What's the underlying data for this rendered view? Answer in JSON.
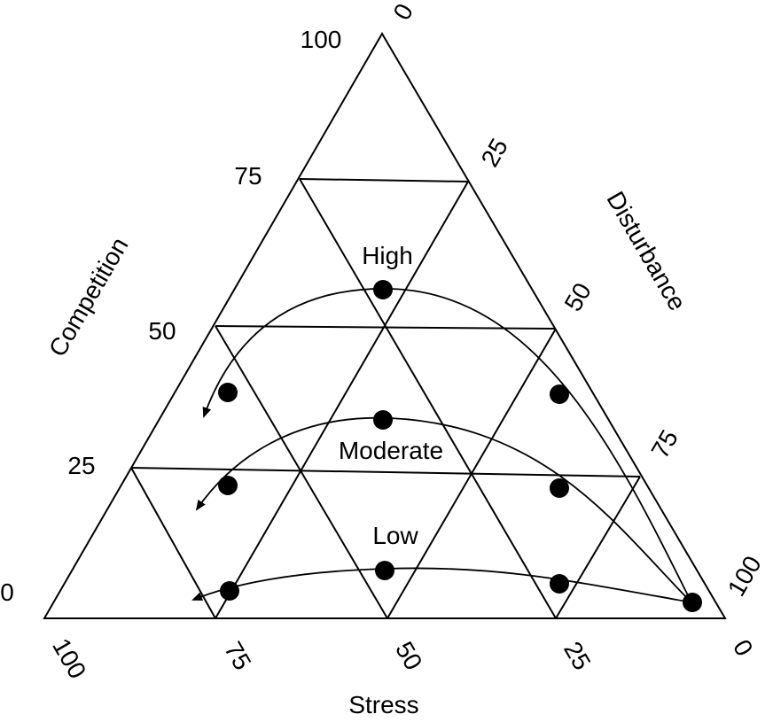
{
  "axes": {
    "competition": {
      "title": "Competition",
      "ticks": [
        "100",
        "75",
        "50",
        "25",
        "0"
      ]
    },
    "disturbance": {
      "title": "Disturbance",
      "ticks": [
        "0",
        "25",
        "50",
        "75",
        "100"
      ]
    },
    "stress": {
      "title": "Stress",
      "ticks": [
        "100",
        "75",
        "50",
        "25",
        "0"
      ]
    }
  },
  "levels": {
    "high": "High",
    "moderate": "Moderate",
    "low": "Low"
  },
  "colors": {
    "stroke": "#000000",
    "background": "#ffffff"
  }
}
